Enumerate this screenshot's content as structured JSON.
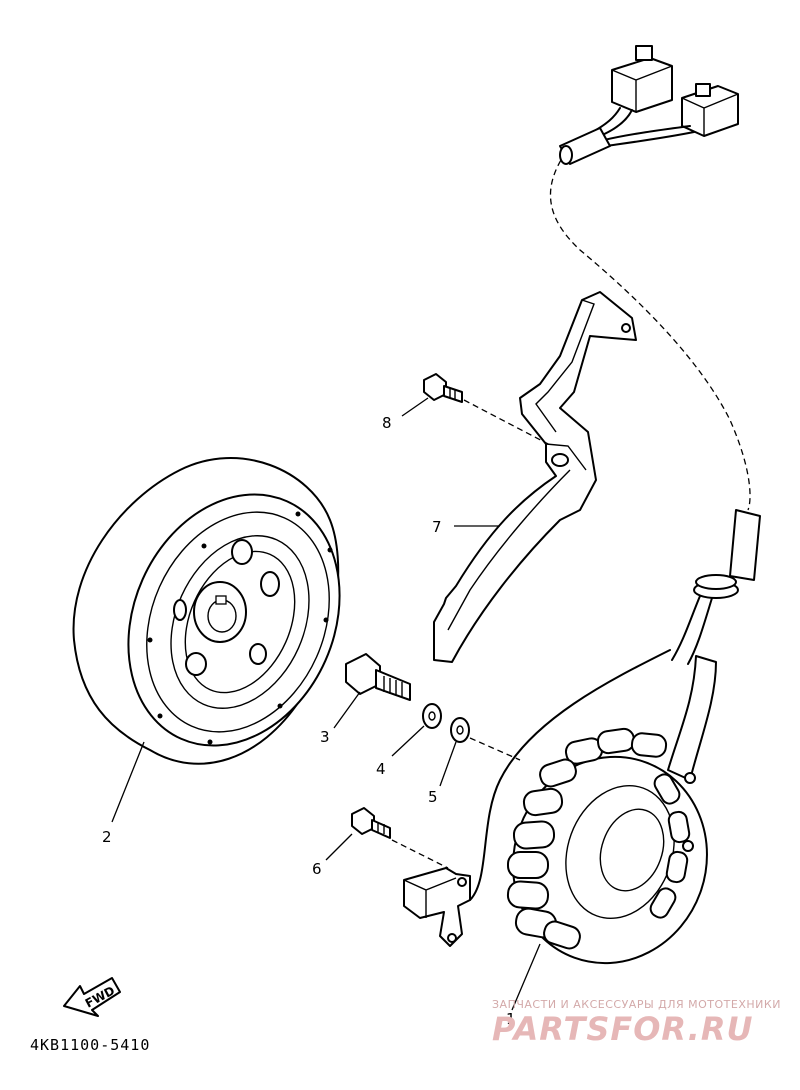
{
  "diagram": {
    "callouts": {
      "part_1": "1",
      "part_2": "2",
      "part_3": "3",
      "part_4": "4",
      "part_5": "5",
      "part_6": "6",
      "part_7": "7",
      "part_8": "8"
    },
    "fwd_label": "FWD",
    "diagram_code": "4KB1100-5410"
  },
  "watermark": {
    "tagline": "ЗАПЧАСТИ И АКСЕССУАРЫ ДЛЯ МОТОТЕХНИКИ",
    "brand": "PARTSFOR.RU",
    "color": "#e6b7b7"
  }
}
